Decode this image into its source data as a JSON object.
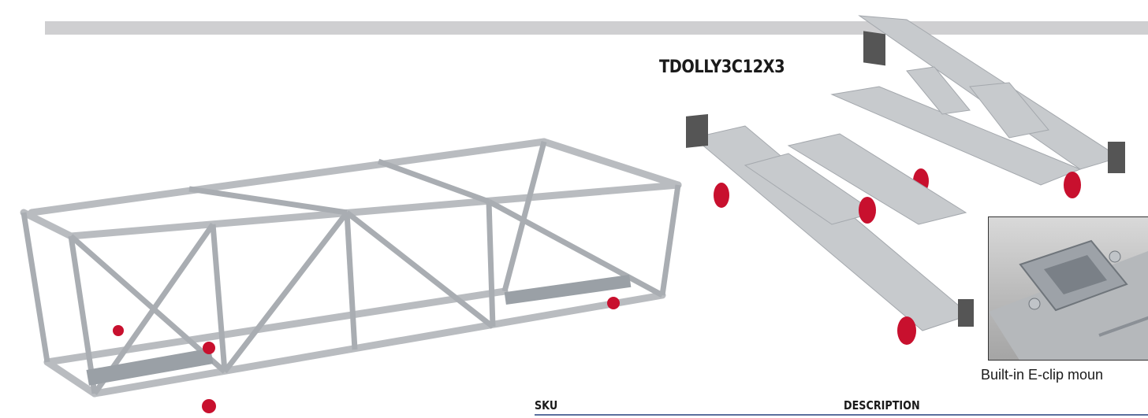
{
  "product": {
    "sku_title": "TDOLLY3C12X3",
    "inset_caption": "Built-in E-clip moun"
  },
  "table": {
    "columns": [
      "SKU",
      "DESCRIPTION"
    ]
  },
  "colors": {
    "banner_gray": "#cfcfd1",
    "table_rule": "#5b6f9e",
    "wheel_red": "#c8102e",
    "aluminum": "#c7cacd"
  },
  "icons": [
    "truss-dolly-illustration",
    "dolly-pair-illustration",
    "e-clip-detail-illustration"
  ]
}
